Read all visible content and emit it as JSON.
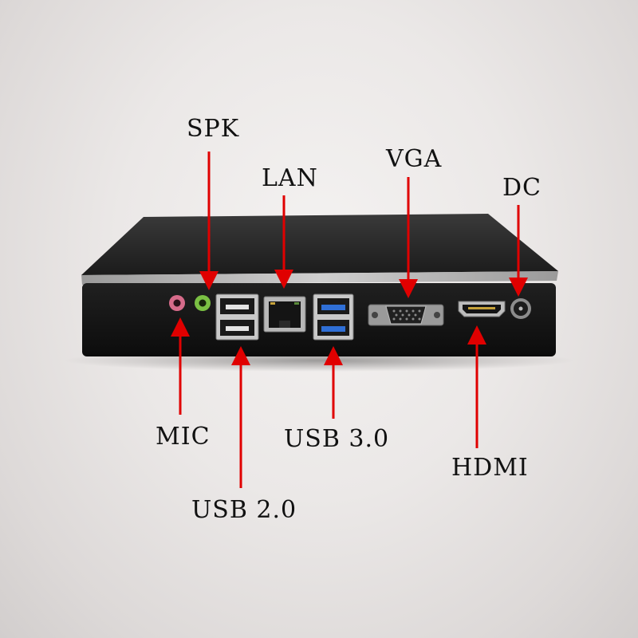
{
  "labels": {
    "spk": "SPK",
    "lan": "LAN",
    "vga": "VGA",
    "dc": "DC",
    "mic": "MIC",
    "usb30": "USB 3.0",
    "usb20": "USB 2.0",
    "hdmi": "HDMI"
  },
  "colors": {
    "arrow": "#e00000",
    "background": "#ebe8e7",
    "case": "#161616",
    "mic_port": "#d66b8a",
    "spk_port": "#7ac043",
    "usb30_insert": "#2f6fd6"
  }
}
